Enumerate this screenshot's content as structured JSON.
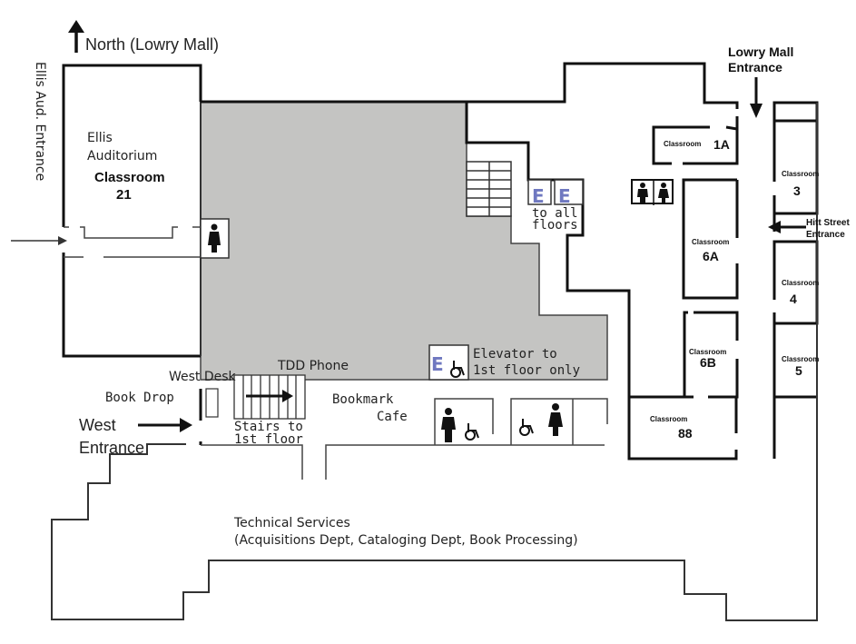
{
  "map": {
    "title": "Library Floor Plan",
    "colors": {
      "staff_area": "#c4c4c2",
      "walls": "#111111",
      "elevator_letter": "#6f78c0"
    },
    "compass": {
      "label": "North (Lowry Mall)"
    },
    "entrances": {
      "ellis": "Ellis Aud. Entrance",
      "west_line1": "West",
      "west_line2": "Entrance",
      "lowry_line1": "Lowry Mall",
      "lowry_line2": "Entrance",
      "hitt_line1": "Hitt Street",
      "hitt_line2": "Entrance"
    },
    "ellis": {
      "line1": "Ellis",
      "line2": "Auditorium",
      "classroom_label": "Classroom",
      "classroom_num": "21"
    },
    "elevators_all": {
      "letter": "E",
      "line1": "to all",
      "line2": "floors"
    },
    "elevator_first": {
      "letter": "E",
      "line1": "Elevator to",
      "line2": "1st floor only"
    },
    "west_desk": "West Desk",
    "book_drop": "Book Drop",
    "tdd_phone": "TDD Phone",
    "stairs": {
      "line1": "Stairs to",
      "line2": "1st floor"
    },
    "cafe": {
      "line1": "Bookmark",
      "line2": "Cafe"
    },
    "technical": {
      "line1": "Technical Services",
      "line2": "(Acquisitions Dept, Cataloging Dept, Book Processing)"
    },
    "classrooms": [
      {
        "label": "Classroom",
        "num": "1A"
      },
      {
        "label": "Classroom",
        "num": "3"
      },
      {
        "label": "Classroom",
        "num": "6A"
      },
      {
        "label": "Classroom",
        "num": "4"
      },
      {
        "label": "Classroom",
        "num": "6B"
      },
      {
        "label": "Classroom",
        "num": "5"
      },
      {
        "label": "Classroom",
        "num": "88"
      }
    ]
  }
}
